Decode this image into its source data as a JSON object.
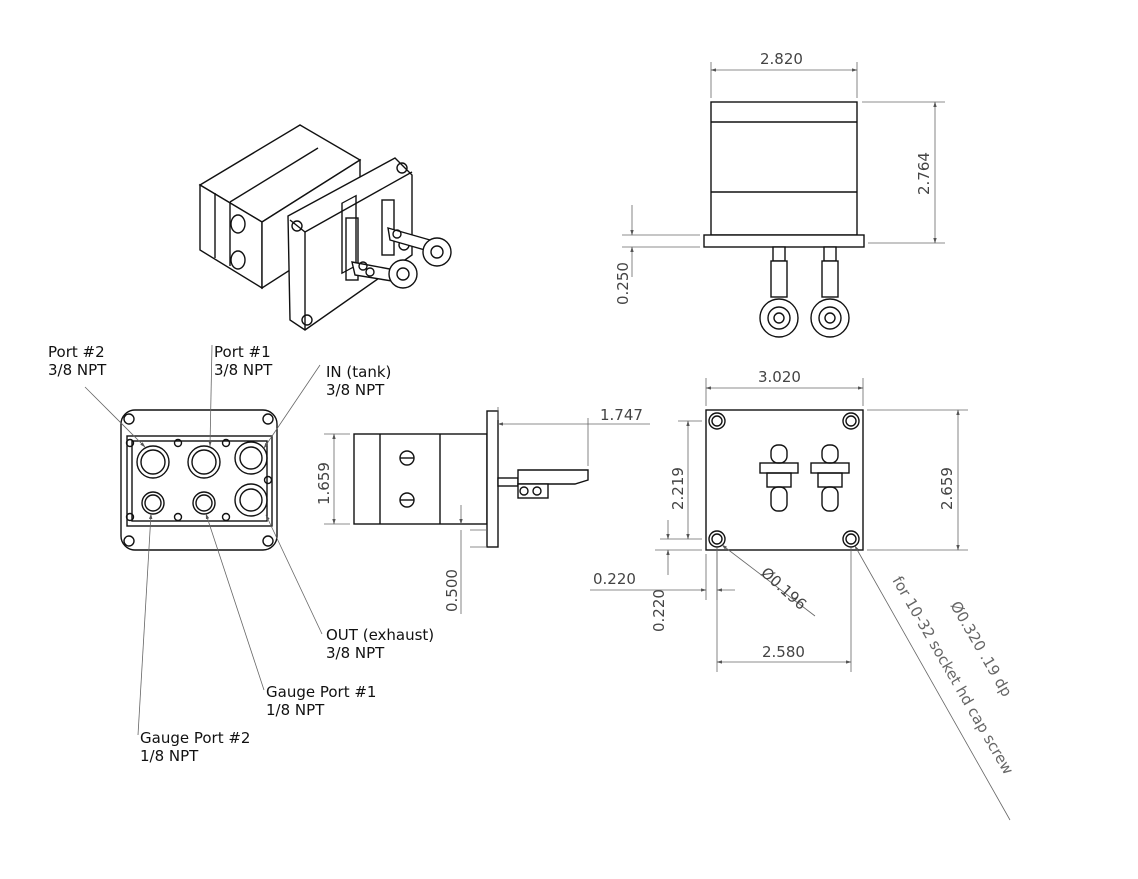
{
  "dimensions": {
    "top_width": "2.820",
    "top_height": "2.764",
    "top_flange": "0.250",
    "side_flange_offset": "1.747",
    "side_height": "1.659",
    "side_bottom": "0.500",
    "front_width": "3.020",
    "front_height": "2.659",
    "front_inner_height": "2.219",
    "hole_x_offset": "0.220",
    "hole_y_offset": "0.220",
    "hole_spacing": "2.580",
    "small_hole": "Ø0.196",
    "big_hole": "Ø0.320 .19 dp",
    "big_hole_note": "for 10-32 socket hd cap screw"
  },
  "ports": {
    "port2": {
      "name": "Port #2",
      "size": "3/8 NPT"
    },
    "port1": {
      "name": "Port #1",
      "size": "3/8 NPT"
    },
    "in_tank": {
      "name": "IN (tank)",
      "size": "3/8 NPT"
    },
    "out_exhaust": {
      "name": "OUT (exhaust)",
      "size": "3/8 NPT"
    },
    "gauge1": {
      "name": "Gauge Port #1",
      "size": "1/8 NPT"
    },
    "gauge2": {
      "name": "Gauge Port #2",
      "size": "1/8 NPT"
    }
  }
}
